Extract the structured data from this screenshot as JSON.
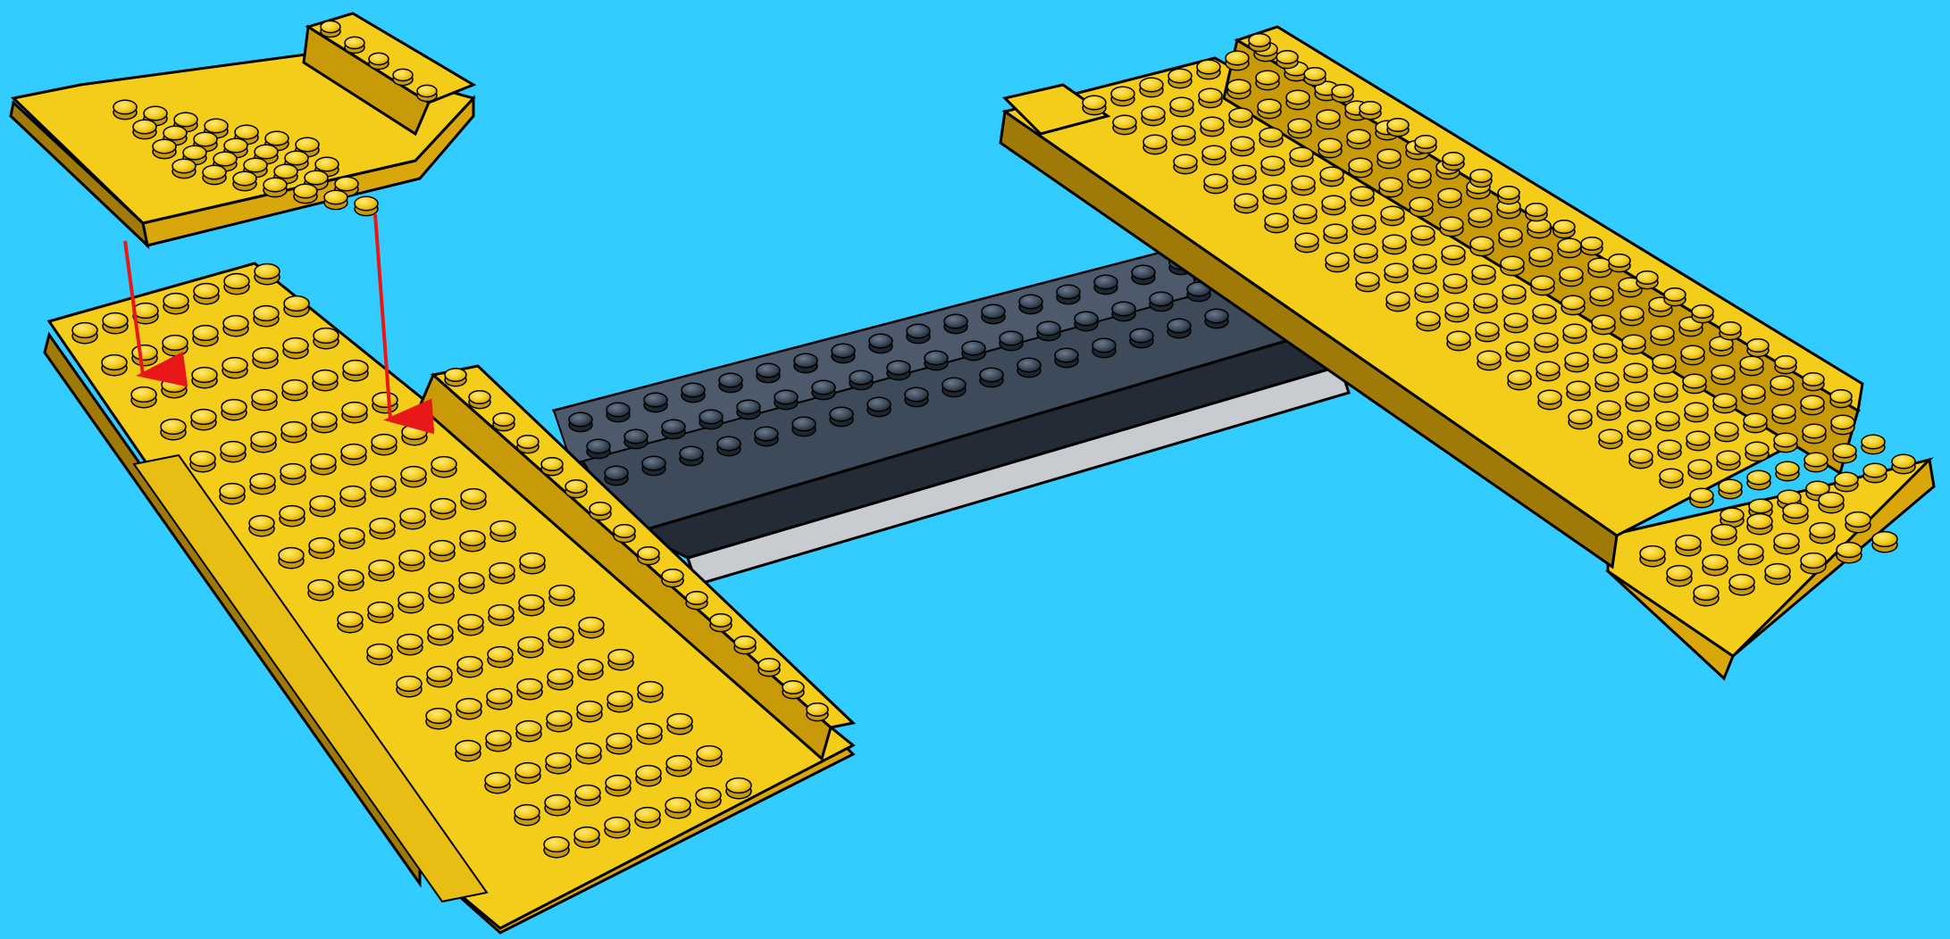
{
  "scene": {
    "description_name": "lego-build-step",
    "colors": {
      "background": "#33ccff",
      "yellow_top": "#f4cc1a",
      "yellow_side": "#d9a60c",
      "yellow_dark": "#a07a08",
      "stud_top": "#f7d63a",
      "dark_top": "#3d4a5a",
      "dark_side": "#222b36",
      "grey_strip": "#c8ccd0",
      "arrow": "#e81818",
      "outline": "#000000"
    },
    "parts": [
      {
        "name": "floating-wedge-plate",
        "color": "yellow"
      },
      {
        "name": "left-base-assembly",
        "color": "yellow"
      },
      {
        "name": "center-dark-bridge",
        "color": "dark-bluish-grey"
      },
      {
        "name": "right-base-assembly",
        "color": "yellow"
      }
    ],
    "arrows": 2
  }
}
